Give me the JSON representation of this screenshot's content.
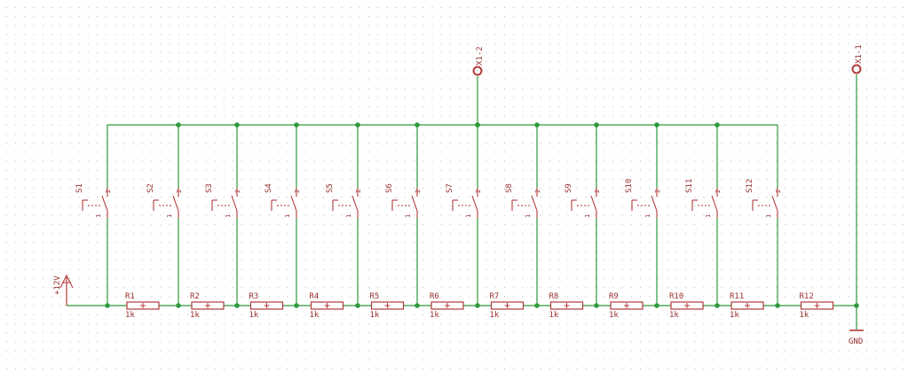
{
  "colors": {
    "background": "#ffffff",
    "grid_dot": "#b8b8b8",
    "wire": "#2f9a3c",
    "symbol": "#b23a3a",
    "label": "#9a2f2f"
  },
  "switches": [
    {
      "name": "S1",
      "pin1": "1",
      "pin2": "2"
    },
    {
      "name": "S2",
      "pin1": "1",
      "pin2": "2"
    },
    {
      "name": "S3",
      "pin1": "1",
      "pin2": "2"
    },
    {
      "name": "S4",
      "pin1": "1",
      "pin2": "2"
    },
    {
      "name": "S5",
      "pin1": "1",
      "pin2": "2"
    },
    {
      "name": "S6",
      "pin1": "1",
      "pin2": "2"
    },
    {
      "name": "S7",
      "pin1": "1",
      "pin2": "2"
    },
    {
      "name": "S8",
      "pin1": "1",
      "pin2": "2"
    },
    {
      "name": "S9",
      "pin1": "1",
      "pin2": "2"
    },
    {
      "name": "S10",
      "pin1": "1",
      "pin2": "2"
    },
    {
      "name": "S11",
      "pin1": "1",
      "pin2": "2"
    },
    {
      "name": "S12",
      "pin1": "1",
      "pin2": "2"
    }
  ],
  "resistors": [
    {
      "name": "R1",
      "value": "1k"
    },
    {
      "name": "R2",
      "value": "1k"
    },
    {
      "name": "R3",
      "value": "1k"
    },
    {
      "name": "R4",
      "value": "1k"
    },
    {
      "name": "R5",
      "value": "1k"
    },
    {
      "name": "R6",
      "value": "1k"
    },
    {
      "name": "R7",
      "value": "1k"
    },
    {
      "name": "R8",
      "value": "1k"
    },
    {
      "name": "R9",
      "value": "1k"
    },
    {
      "name": "R10",
      "value": "1k"
    },
    {
      "name": "R11",
      "value": "1k"
    },
    {
      "name": "R12",
      "value": "1k"
    }
  ],
  "connectors": [
    {
      "name": "X1-2"
    },
    {
      "name": "X1-1"
    }
  ],
  "supply": {
    "label": "+12V",
    "icon": "supply-arrow-icon"
  },
  "ground": {
    "label": "GND",
    "icon": "ground-icon"
  }
}
